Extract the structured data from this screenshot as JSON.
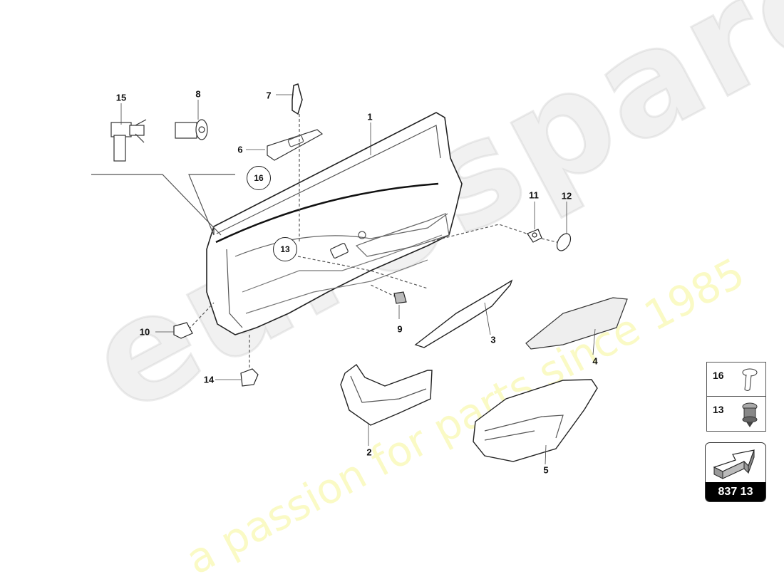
{
  "diagram": {
    "type": "exploded parts diagram",
    "subject": "door trim panel assembly",
    "reference_number": "837 13",
    "watermark": {
      "brand": "eurospares",
      "tagline": "a passion for parts since 1985",
      "brand_color": "#e6e6e6",
      "tagline_color": "#f5f59a"
    },
    "callouts": [
      {
        "id": "1",
        "label": "1",
        "style": "plain"
      },
      {
        "id": "2",
        "label": "2",
        "style": "plain"
      },
      {
        "id": "3",
        "label": "3",
        "style": "plain"
      },
      {
        "id": "4",
        "label": "4",
        "style": "plain"
      },
      {
        "id": "5",
        "label": "5",
        "style": "plain"
      },
      {
        "id": "6",
        "label": "6",
        "style": "plain"
      },
      {
        "id": "7",
        "label": "7",
        "style": "plain"
      },
      {
        "id": "8",
        "label": "8",
        "style": "plain"
      },
      {
        "id": "9",
        "label": "9",
        "style": "plain"
      },
      {
        "id": "10",
        "label": "10",
        "style": "plain"
      },
      {
        "id": "11",
        "label": "11",
        "style": "plain"
      },
      {
        "id": "12",
        "label": "12",
        "style": "plain"
      },
      {
        "id": "13",
        "label": "13",
        "style": "circled"
      },
      {
        "id": "14",
        "label": "14",
        "style": "plain"
      },
      {
        "id": "15",
        "label": "15",
        "style": "plain"
      },
      {
        "id": "16",
        "label": "16",
        "style": "circled"
      }
    ],
    "legend": [
      {
        "number": "16",
        "icon": "screw-icon"
      },
      {
        "number": "13",
        "icon": "clip-fastener-icon"
      }
    ],
    "reference_box": {
      "icon": "direction-arrow-icon",
      "number": "837 13"
    }
  }
}
